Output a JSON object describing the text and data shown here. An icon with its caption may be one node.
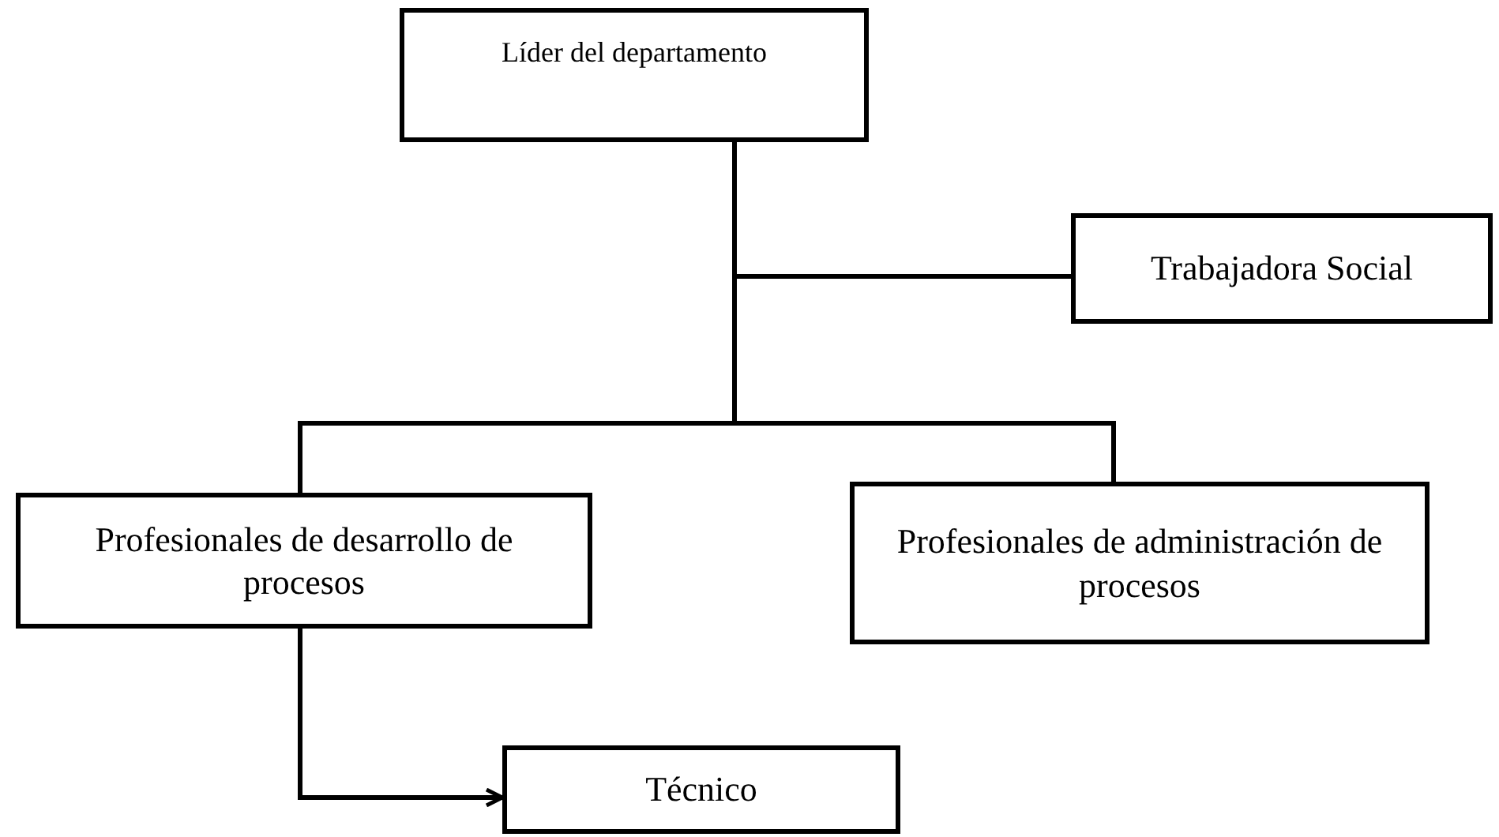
{
  "diagram": {
    "nodes": [
      {
        "text": [
          "Líder del departamento"
        ]
      },
      {
        "text": [
          "Trabajadora Social"
        ]
      },
      {
        "text": [
          "Profesionales de desarrollo de procesos"
        ]
      },
      {
        "text": [
          "Profesionales de administración de procesos"
        ]
      },
      {
        "text": [
          "Técnico"
        ]
      }
    ],
    "edges": [
      {
        "from": 0,
        "to": 1,
        "arrow": "none"
      },
      {
        "from": 0,
        "to": 2,
        "arrow": "none"
      },
      {
        "from": 0,
        "to": 3,
        "arrow": "none"
      },
      {
        "from": 2,
        "to": 4,
        "arrow": "to"
      }
    ]
  }
}
